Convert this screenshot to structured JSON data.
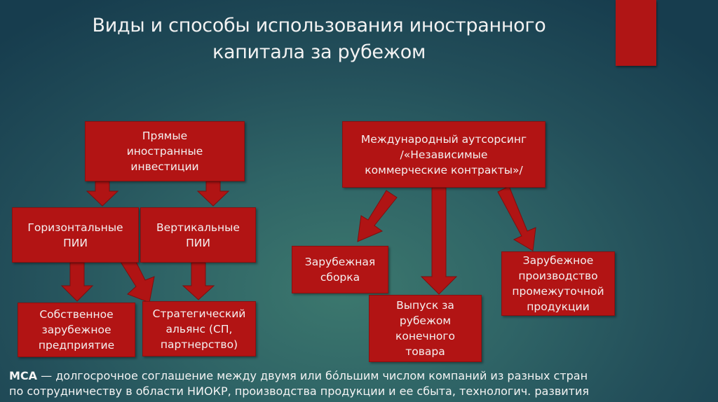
{
  "slide": {
    "title_line1": "Виды и способы использования иностранного",
    "title_line2": "капитала за рубежом",
    "colors": {
      "box_fill": "#b21414",
      "accent_bar": "#b01515",
      "background_center": "#3c786e",
      "background_edge": "#173d4e",
      "text": "#ffffff"
    }
  },
  "diagram": {
    "left_tree": {
      "root": "Прямые\nиностранные\nинвестиции",
      "level2": [
        "Горизонтальные\nПИИ",
        "Вертикальные\nПИИ"
      ],
      "level3": [
        "Собственное\nзарубежное\nпредприятие",
        "Стратегический\nальянс (СП,\nпартнерство)"
      ]
    },
    "right_tree": {
      "root": "Международный аутсорсинг\n/«Независимые\nкоммерческие контракты»/",
      "children": [
        "Зарубежная\nсборка",
        "Выпуск за\nрубежом\nконечного\nтовара",
        "Зарубежное\nпроизводство\nпромежуточной\nпродукции"
      ]
    },
    "edges": [
      [
        "Прямые иностранные инвестиции",
        "Горизонтальные ПИИ"
      ],
      [
        "Прямые иностранные инвестиции",
        "Вертикальные ПИИ"
      ],
      [
        "Горизонтальные ПИИ",
        "Собственное зарубежное предприятие"
      ],
      [
        "Горизонтальные ПИИ",
        "Стратегический альянс (СП, партнерство)"
      ],
      [
        "Вертикальные ПИИ",
        "Стратегический альянс (СП, партнерство)"
      ],
      [
        "Международный аутсорсинг",
        "Зарубежная сборка"
      ],
      [
        "Международный аутсорсинг",
        "Выпуск за рубежом конечного товара"
      ],
      [
        "Международный аутсорсинг",
        "Зарубежное производство промежуточной продукции"
      ]
    ]
  },
  "footnote": {
    "term": "МСА",
    "definition_line1": " — долгосрочное соглашение между двумя или бóльшим числом компаний из разных стран",
    "definition_line2": "по сотрудничеству в области НИОКР, производства продукции и ее сбыта, технологич. развития"
  }
}
